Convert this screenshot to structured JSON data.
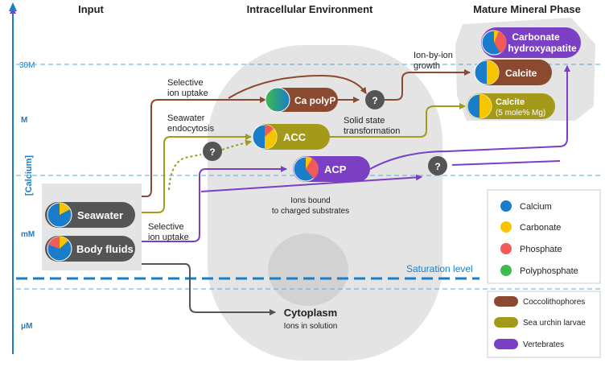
{
  "headers": {
    "input": "Input",
    "intracellular": "Intracellular Environment",
    "mature": "Mature Mineral Phase"
  },
  "axis": {
    "label": "[Calcium]",
    "ticks": [
      "30M",
      "M",
      "mM",
      "μM"
    ]
  },
  "saturation_label": "Saturation level",
  "inputs": {
    "seawater": "Seawater",
    "body_fluids": "Body fluids"
  },
  "phases": {
    "ca_polyp": "Ca polyP",
    "acc": "ACC",
    "acp": "ACP",
    "unknown": "?"
  },
  "mature": {
    "carbonate_hydroxyapatite": [
      "Carbonate",
      "hydroxyapatite"
    ],
    "calcite": "Calcite",
    "calcite_mg": [
      "Calcite",
      "(5 mole% Mg)"
    ]
  },
  "annotations": {
    "selective_uptake_top": [
      "Selective",
      "ion uptake"
    ],
    "seawater_endocytosis": [
      "Seawater",
      "endocytosis"
    ],
    "solid_state": [
      "Solid state",
      "transformation"
    ],
    "ion_by_ion": [
      "Ion-by-ion",
      "growth"
    ],
    "ions_bound": [
      "Ions bound",
      "to charged substrates"
    ],
    "selective_uptake_bottom": [
      "Selective",
      "ion uptake"
    ],
    "cytoplasm": "Cytoplasm",
    "ions_in_solution": "Ions in solution"
  },
  "legend": {
    "ions": [
      {
        "label": "Calcium",
        "color": "#1a7dc9"
      },
      {
        "label": "Carbonate",
        "color": "#f7c400"
      },
      {
        "label": "Phosphate",
        "color": "#f05a5a"
      },
      {
        "label": "Polyphosphate",
        "color": "#3dbb4f"
      }
    ],
    "organisms": [
      {
        "label": "Coccolithophores",
        "color": "#8b4a2f"
      },
      {
        "label": "Sea urchin larvae",
        "color": "#a39a1a"
      },
      {
        "label": "Vertebrates",
        "color": "#7b3fc4"
      }
    ]
  },
  "colors": {
    "axis": "#1a7dc9",
    "pill_dark": "#555555",
    "cell": "#e4e4e4"
  }
}
